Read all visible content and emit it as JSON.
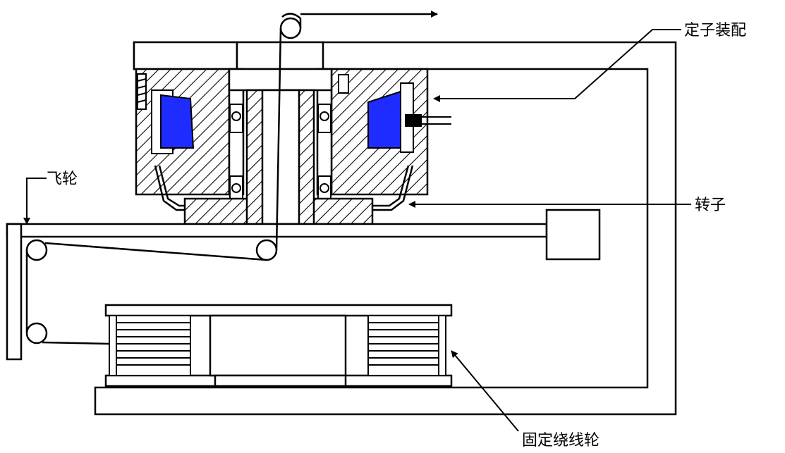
{
  "labels": {
    "stator_assembly": "定子装配",
    "flywheel": "飞轮",
    "rotor": "转子",
    "fixed_winding_drum": "固定绕线轮"
  },
  "colors": {
    "line": "#000000",
    "coil": "#1f2cff",
    "background": "#ffffff"
  }
}
